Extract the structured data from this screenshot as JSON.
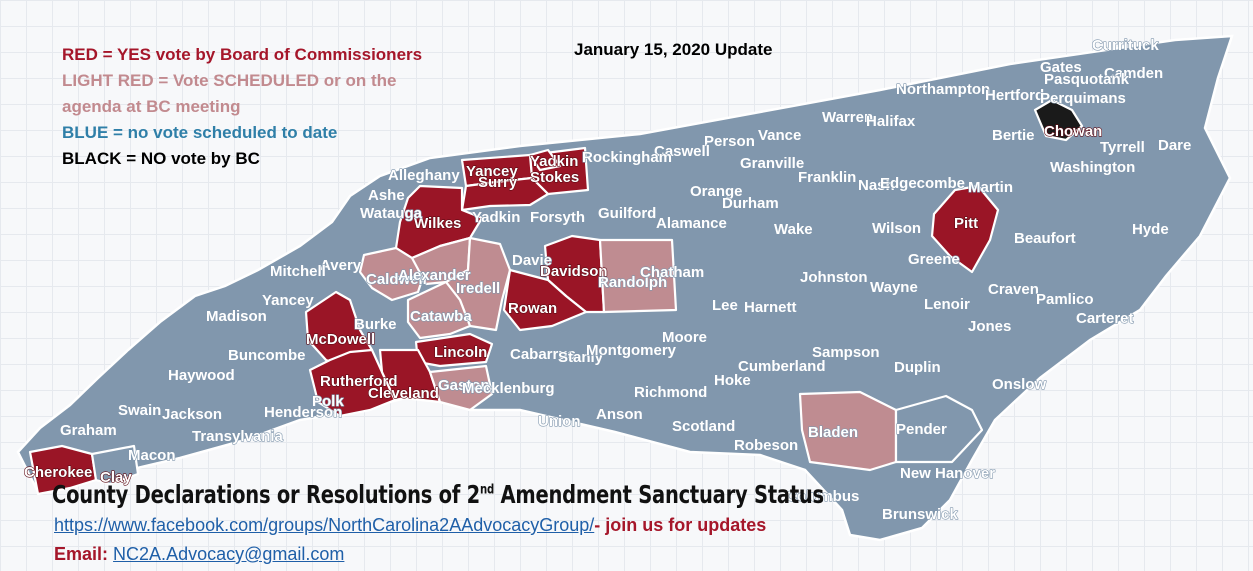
{
  "legend": {
    "red": "RED = YES vote by Board of Commissioners",
    "light_red_1": "LIGHT RED = Vote SCHEDULED or on the",
    "light_red_2": "agenda at BC meeting",
    "blue": "BLUE = no vote scheduled to date",
    "black": "BLACK = NO vote by BC"
  },
  "update_label": "January 15, 2020 Update",
  "title": {
    "main": "County Declarations or Resolutions of 2",
    "sup": "nd",
    "rest": " Amendment Sanctuary Status"
  },
  "link": {
    "url": "https://www.facebook.com/groups/NorthCarolina2AAdvocacyGroup/",
    "tail": "- join us for updates"
  },
  "email": {
    "label": "Email:",
    "address": "NC2A.Advocacy@gmail.com"
  },
  "colors": {
    "red": "#9a1526",
    "light_red": "#bf8c91",
    "blue": "#8197ad",
    "black": "#1a1a1a"
  },
  "counties": [
    {
      "name": "Currituck",
      "status": "blue"
    },
    {
      "name": "Camden",
      "status": "blue"
    },
    {
      "name": "Gates",
      "status": "blue"
    },
    {
      "name": "Pasquotank",
      "status": "blue"
    },
    {
      "name": "Northampton",
      "status": "blue"
    },
    {
      "name": "Hertford",
      "status": "blue"
    },
    {
      "name": "Perquimans",
      "status": "blue"
    },
    {
      "name": "Chowan",
      "status": "black"
    },
    {
      "name": "Warren",
      "status": "blue"
    },
    {
      "name": "Halifax",
      "status": "blue"
    },
    {
      "name": "Bertie",
      "status": "blue"
    },
    {
      "name": "Tyrrell",
      "status": "blue"
    },
    {
      "name": "Dare",
      "status": "blue"
    },
    {
      "name": "Washington",
      "status": "blue"
    },
    {
      "name": "Person",
      "status": "blue"
    },
    {
      "name": "Vance",
      "status": "blue"
    },
    {
      "name": "Caswell",
      "status": "blue"
    },
    {
      "name": "Rockingham",
      "status": "blue"
    },
    {
      "name": "Stokes",
      "status": "red"
    },
    {
      "name": "Yadkin",
      "status": "red"
    },
    {
      "name": "Yancey",
      "status": "red"
    },
    {
      "name": "Surry",
      "status": "red"
    },
    {
      "name": "Granville",
      "status": "blue"
    },
    {
      "name": "Franklin",
      "status": "blue"
    },
    {
      "name": "Nash",
      "status": "blue"
    },
    {
      "name": "Edgecombe",
      "status": "blue"
    },
    {
      "name": "Martin",
      "status": "blue"
    },
    {
      "name": "Orange",
      "status": "blue"
    },
    {
      "name": "Durham",
      "status": "blue"
    },
    {
      "name": "Alleghany",
      "status": "blue"
    },
    {
      "name": "Ashe",
      "status": "blue"
    },
    {
      "name": "Wilkes",
      "status": "red"
    },
    {
      "name": "Yadkin",
      "status": "blue"
    },
    {
      "name": "Forsyth",
      "status": "blue"
    },
    {
      "name": "Guilford",
      "status": "blue"
    },
    {
      "name": "Alamance",
      "status": "blue"
    },
    {
      "name": "Wake",
      "status": "blue"
    },
    {
      "name": "Wilson",
      "status": "blue"
    },
    {
      "name": "Pitt",
      "status": "red"
    },
    {
      "name": "Beaufort",
      "status": "blue"
    },
    {
      "name": "Hyde",
      "status": "blue"
    },
    {
      "name": "Watauga",
      "status": "blue"
    },
    {
      "name": "Avery",
      "status": "blue"
    },
    {
      "name": "Mitchell",
      "status": "blue"
    },
    {
      "name": "Caldwell",
      "status": "light_red"
    },
    {
      "name": "Alexander",
      "status": "light_red"
    },
    {
      "name": "Iredell",
      "status": "light_red"
    },
    {
      "name": "Davie",
      "status": "blue"
    },
    {
      "name": "Davidson",
      "status": "red"
    },
    {
      "name": "Randolph",
      "status": "light_red"
    },
    {
      "name": "Chatham",
      "status": "blue"
    },
    {
      "name": "Johnston",
      "status": "blue"
    },
    {
      "name": "Greene",
      "status": "blue"
    },
    {
      "name": "Wayne",
      "status": "blue"
    },
    {
      "name": "Craven",
      "status": "blue"
    },
    {
      "name": "Pamlico",
      "status": "blue"
    },
    {
      "name": "Carteret",
      "status": "blue"
    },
    {
      "name": "Lenoir",
      "status": "blue"
    },
    {
      "name": "Jones",
      "status": "blue"
    },
    {
      "name": "Yancey",
      "status": "blue"
    },
    {
      "name": "Madison",
      "status": "blue"
    },
    {
      "name": "Burke",
      "status": "blue"
    },
    {
      "name": "Catawba",
      "status": "light_red"
    },
    {
      "name": "Rowan",
      "status": "red"
    },
    {
      "name": "Lee",
      "status": "blue"
    },
    {
      "name": "Harnett",
      "status": "blue"
    },
    {
      "name": "Moore",
      "status": "blue"
    },
    {
      "name": "McDowell",
      "status": "red"
    },
    {
      "name": "Lincoln",
      "status": "red"
    },
    {
      "name": "Buncombe",
      "status": "blue"
    },
    {
      "name": "Cabarrus",
      "status": "blue"
    },
    {
      "name": "Stanly",
      "status": "blue"
    },
    {
      "name": "Montgomery",
      "status": "blue"
    },
    {
      "name": "Sampson",
      "status": "blue"
    },
    {
      "name": "Duplin",
      "status": "blue"
    },
    {
      "name": "Cumberland",
      "status": "blue"
    },
    {
      "name": "Haywood",
      "status": "blue"
    },
    {
      "name": "Rutherford",
      "status": "red"
    },
    {
      "name": "Cleveland",
      "status": "red"
    },
    {
      "name": "Gaston",
      "status": "light_red"
    },
    {
      "name": "Mecklenburg",
      "status": "blue"
    },
    {
      "name": "Hoke",
      "status": "blue"
    },
    {
      "name": "Onslow",
      "status": "blue"
    },
    {
      "name": "Richmond",
      "status": "blue"
    },
    {
      "name": "Swain",
      "status": "blue"
    },
    {
      "name": "Jackson",
      "status": "blue"
    },
    {
      "name": "Henderson",
      "status": "blue"
    },
    {
      "name": "Polk",
      "status": "blue"
    },
    {
      "name": "Union",
      "status": "blue"
    },
    {
      "name": "Anson",
      "status": "blue"
    },
    {
      "name": "Scotland",
      "status": "blue"
    },
    {
      "name": "Graham",
      "status": "blue"
    },
    {
      "name": "Transylvania",
      "status": "blue"
    },
    {
      "name": "Robeson",
      "status": "blue"
    },
    {
      "name": "Bladen",
      "status": "light_red"
    },
    {
      "name": "Pender",
      "status": "light_red"
    },
    {
      "name": "Macon",
      "status": "blue"
    },
    {
      "name": "New Hanover",
      "status": "blue"
    },
    {
      "name": "Cherokee",
      "status": "red"
    },
    {
      "name": "Clay",
      "status": "red"
    },
    {
      "name": "Columbus",
      "status": "blue"
    },
    {
      "name": "Brunswick",
      "status": "blue"
    }
  ]
}
